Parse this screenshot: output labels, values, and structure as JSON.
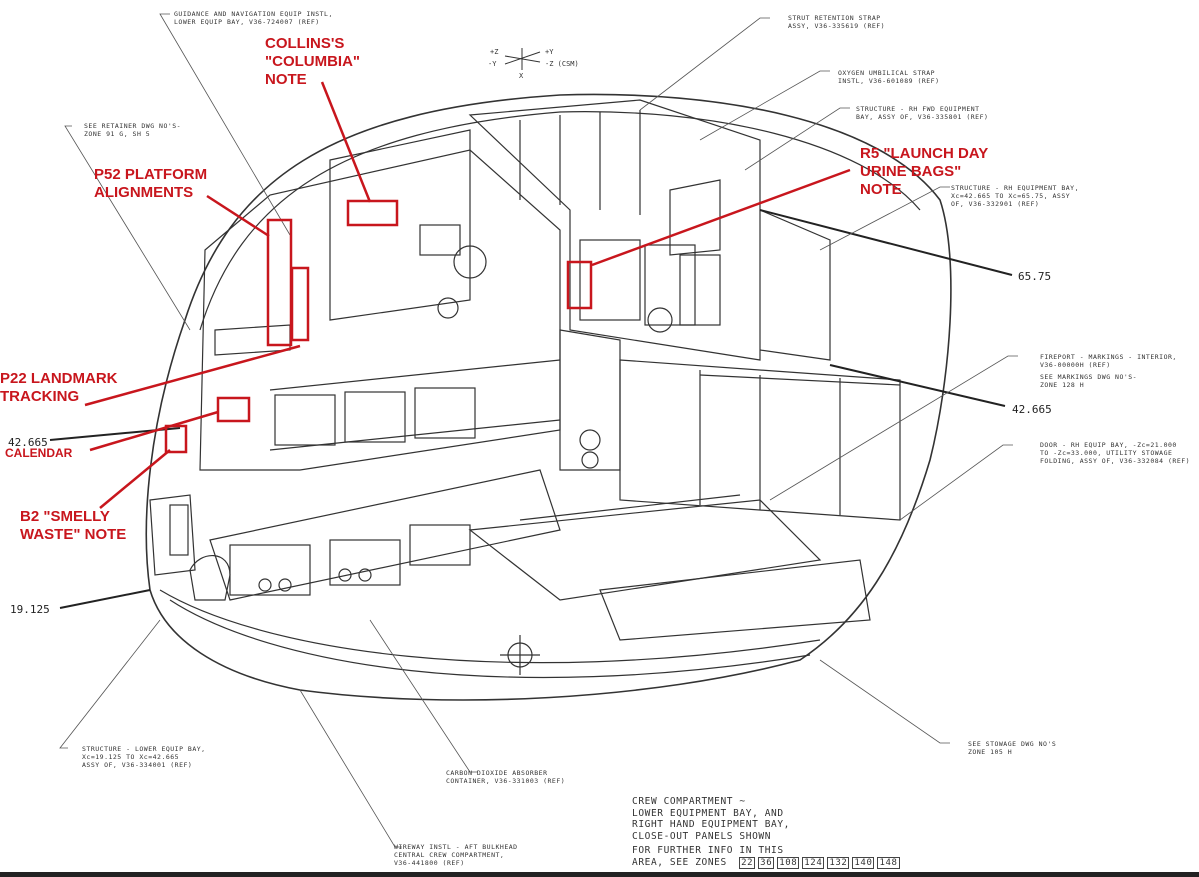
{
  "annotations": {
    "collins": "COLLINS'S\n\"COLUMBIA\"\nNOTE",
    "p52": "P52 PLATFORM\nALIGNMENTS",
    "r5": "R5 \"LAUNCH DAY\nURINE BAGS\"\nNOTE",
    "p22": "P22 LANDMARK\nTRACKING",
    "calendar": "CALENDAR",
    "b2": "B2 \"SMELLY\nWASTE\" NOTE"
  },
  "callouts": {
    "guidance": "GUIDANCE AND NAVIGATION EQUIP INSTL,\nLOWER EQUIP BAY, V36-724007 (REF)",
    "retainer": "SEE RETAINER DWG NO'S-\nZONE 91 G, SH 5",
    "strut": "STRUT RETENTION STRAP\nASSY, V36-335619 (REF)",
    "oxygen": "OXYGEN UMBILICAL STRAP\nINSTL, V36-601089 (REF)",
    "rh_fwd": "STRUCTURE - RH FWD EQUIPMENT\nBAY, ASSY OF, V36-335801 (REF)",
    "rh_bay": "STRUCTURE - RH EQUIPMENT BAY,\nXc=42.665 TO Xc=65.75, ASSY\nOF, V36-332901 (REF)",
    "fireport": "FIREPORT - MARKINGS - INTERIOR,\nV36-00000H (REF)",
    "markings": "SEE MARKINGS DWG NO'S-\nZONE 128 H",
    "door": "DOOR - RH EQUIP BAY, -Zc=21.000\nTO -Zc=33.000, UTILITY STOWAGE\nFOLDING, ASSY OF, V36-332084 (REF)",
    "lower_bay": "STRUCTURE - LOWER EQUIP BAY,\nXc=19.125 TO Xc=42.665\nASSY OF, V36-334001 (REF)",
    "co2": "CARBON DIOXIDE ABSORBER\nCONTAINER, V36-331003 (REF)",
    "wireway": "WIREWAY INSTL - AFT BULKHEAD\nCENTRAL CREW COMPARTMENT,\nV36-441800 (REF)",
    "stowage": "SEE STOWAGE DWG NO'S\nZONE 105 H"
  },
  "dimensions": {
    "d1": "65.75",
    "d2": "42.665",
    "d3": "42.665",
    "d4": "19.125"
  },
  "axes": {
    "pz": "+Z",
    "py": "+Y",
    "ny": "-Y",
    "nz": "-Z (CSM)",
    "x": "X"
  },
  "title_block": {
    "line1": "CREW COMPARTMENT ~",
    "line2": "LOWER EQUIPMENT BAY, AND",
    "line3": "RIGHT HAND EQUIPMENT BAY,",
    "line4": "CLOSE-OUT PANELS SHOWN",
    "line5": "FOR FURTHER INFO IN THIS",
    "line6": "AREA, SEE ZONES",
    "zones": [
      "22",
      "36",
      "108",
      "124",
      "132",
      "140",
      "148"
    ]
  },
  "colors": {
    "annotation_red": "#c8161d",
    "line": "#333333"
  }
}
